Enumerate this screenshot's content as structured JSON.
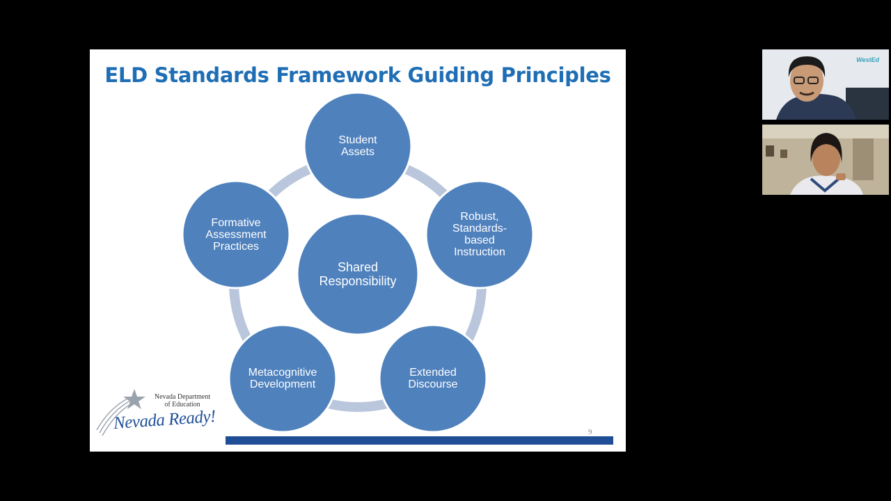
{
  "slide": {
    "title": "ELD Standards Framework Guiding Principles",
    "page_number": "9",
    "center_node": "Shared\nResponsibility",
    "outer_nodes": [
      "Student\nAssets",
      "Robust,\nStandards-\nbased\nInstruction",
      "Extended\nDiscourse",
      "Metacognitive\nDevelopment",
      "Formative\nAssessment\nPractices"
    ],
    "colors": {
      "node_fill": "#4f81bd",
      "ring": "#b9c6dc",
      "title": "#1f6eb5",
      "footer_bar": "#1f4e96"
    }
  },
  "logo": {
    "department": "Nevada Department\nof Education",
    "tagline": "Nevada Ready!"
  },
  "participants": {
    "tile1": {
      "watermark": "WestEd"
    },
    "tile2": {}
  }
}
